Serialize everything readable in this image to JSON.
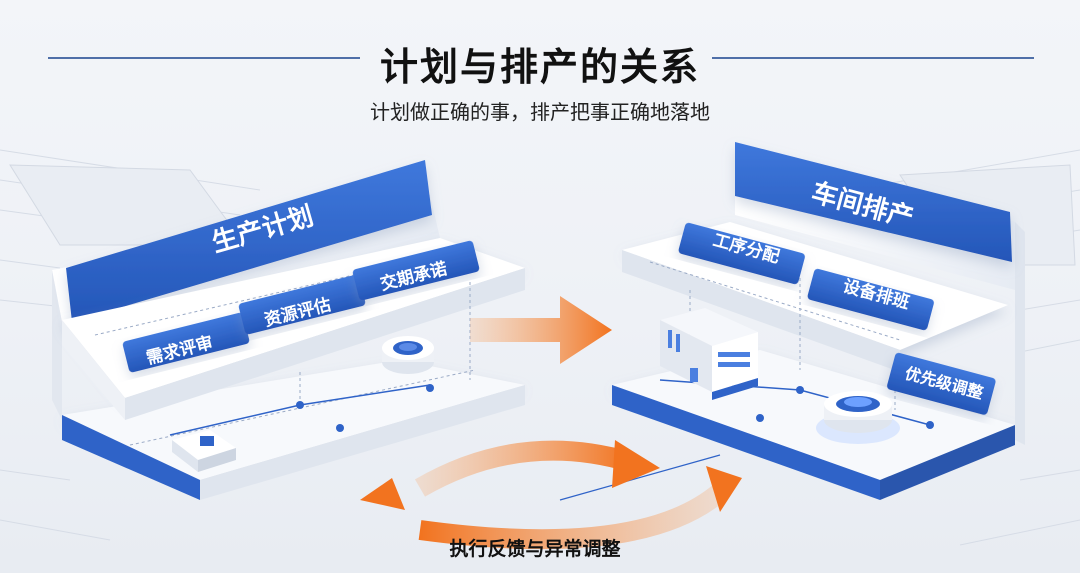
{
  "header": {
    "title": "计划与排产的关系",
    "subtitle": "计划做正确的事，排产把事正确地落地"
  },
  "left_module": {
    "banner": "生产计划",
    "tags": [
      "需求评审",
      "资源评估",
      "交期承诺"
    ]
  },
  "right_module": {
    "banner": "车间排产",
    "tags": [
      "工序分配",
      "设备排班",
      "优先级调整"
    ]
  },
  "feedback_loop": {
    "label": "执行反馈与异常调整"
  },
  "colors": {
    "primary_blue": "#2f63c8",
    "accent_orange": "#f2731f",
    "platform_white": "#ffffff"
  }
}
